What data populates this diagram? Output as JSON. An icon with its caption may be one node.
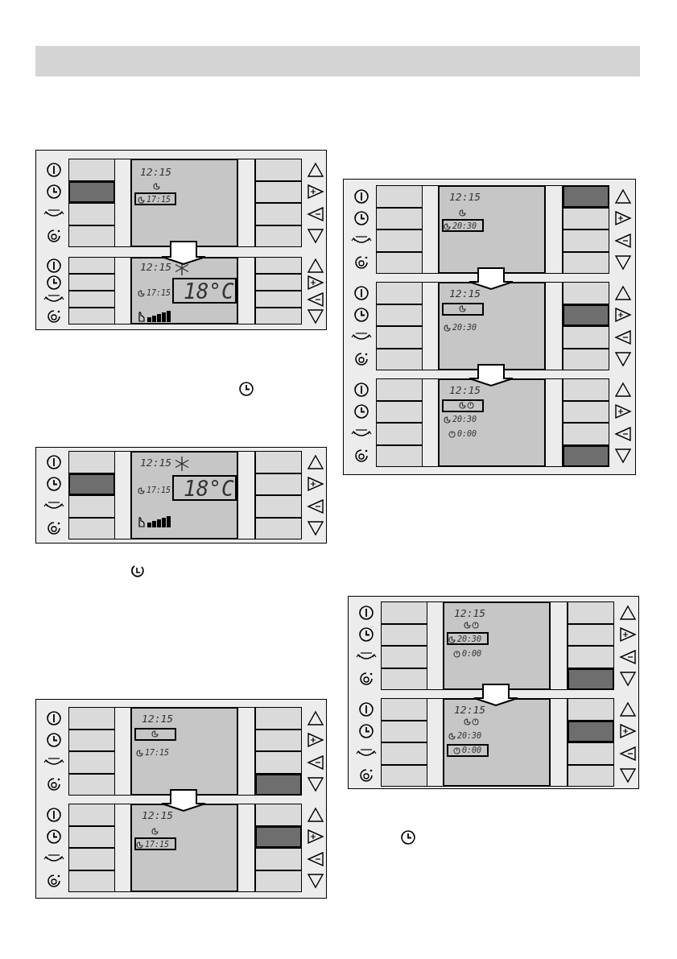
{
  "diagram": {
    "nodes": [
      {
        "text": [],
        "shape": "bar"
      },
      {
        "text": [
          "12:15",
          "17:15"
        ]
      },
      {
        "text": [
          "12:15",
          "17:15",
          "18°C"
        ]
      },
      {
        "text": [
          "12:15",
          "17:15",
          "18°C"
        ]
      },
      {
        "text": [
          "12:15",
          "17:15"
        ]
      },
      {
        "text": [
          "12:15",
          "17:15"
        ]
      },
      {
        "text": [
          "12:15",
          "20:30"
        ]
      },
      {
        "text": [
          "12:15",
          "20:30"
        ]
      },
      {
        "text": [
          "12:15",
          "20:30",
          "0:00"
        ]
      },
      {
        "text": [
          "12:15",
          "20:30",
          "0:00"
        ]
      },
      {
        "text": [
          "12:15",
          "20:30",
          "0:00"
        ]
      }
    ],
    "edges": [
      {
        "from": 1,
        "to": 2,
        "arrow": "to"
      },
      {
        "from": 4,
        "to": 5,
        "arrow": "to"
      },
      {
        "from": 6,
        "to": 7,
        "arrow": "to"
      },
      {
        "from": 7,
        "to": 8,
        "arrow": "to"
      },
      {
        "from": 9,
        "to": 10,
        "arrow": "to"
      }
    ]
  }
}
